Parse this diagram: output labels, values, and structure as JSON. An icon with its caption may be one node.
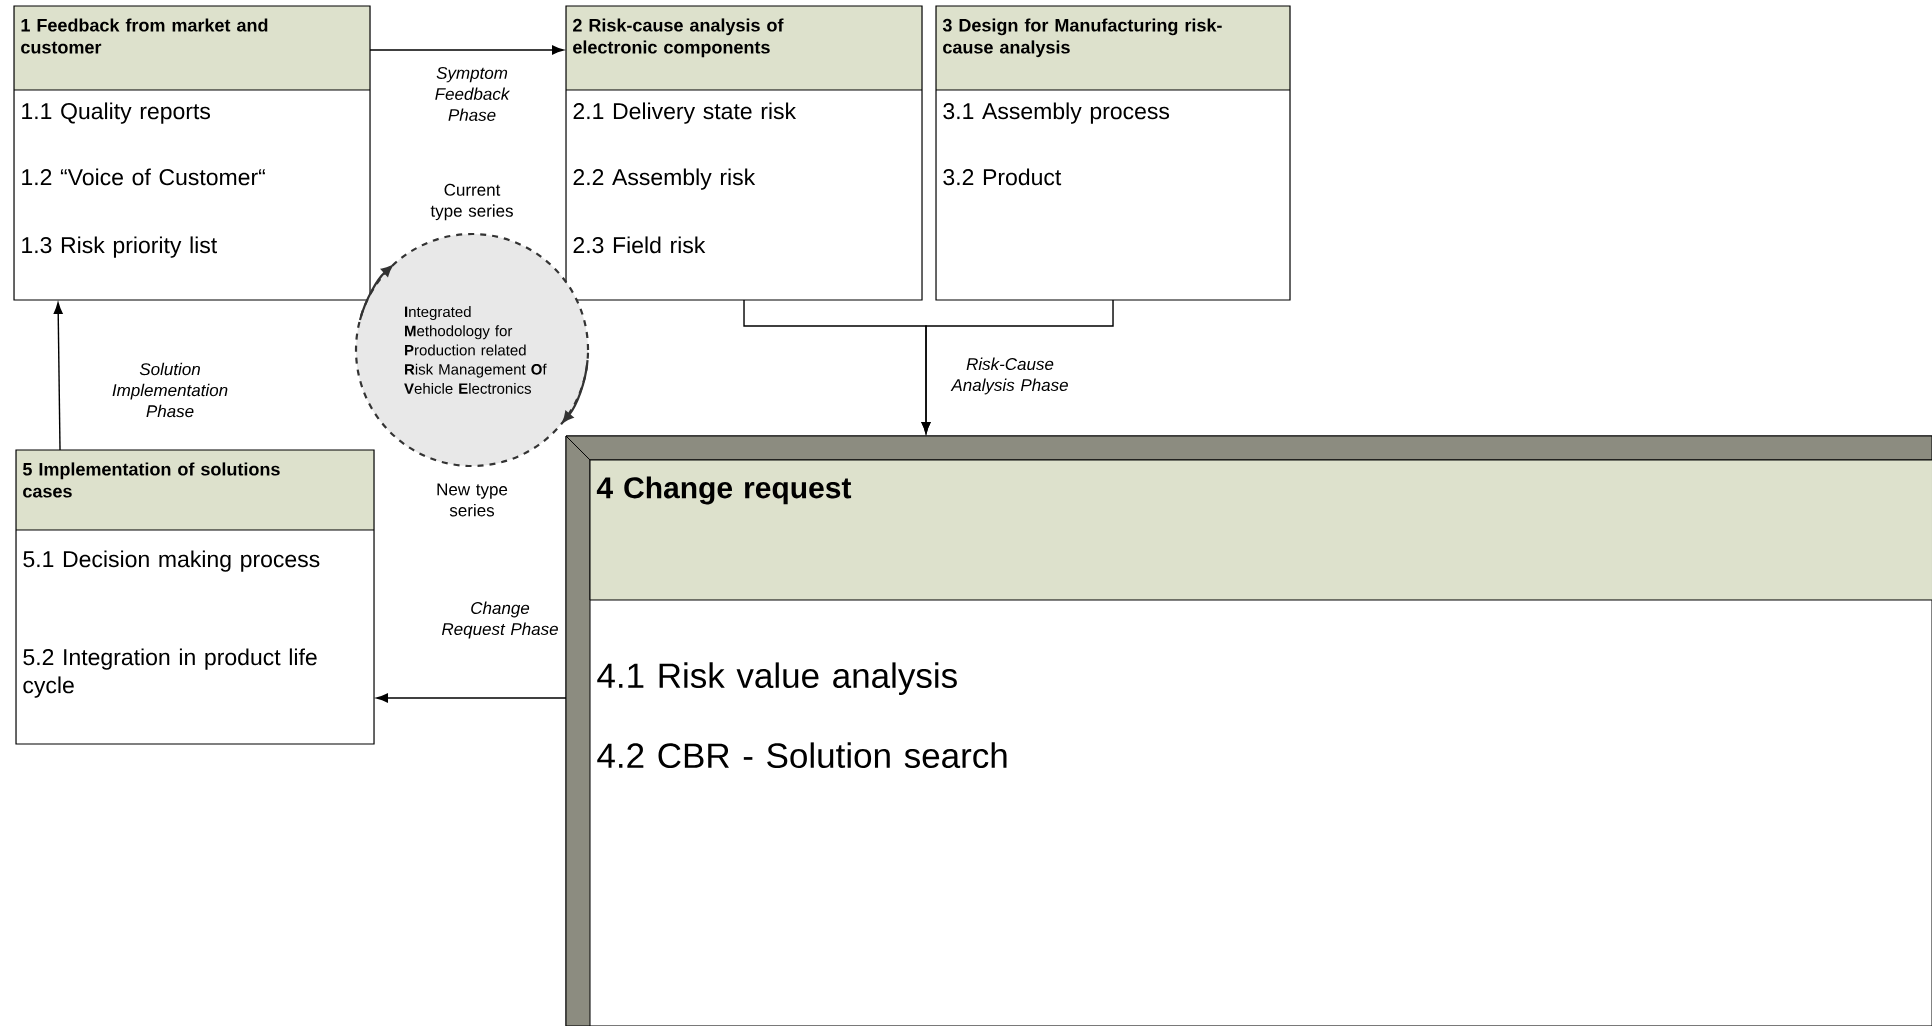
{
  "diagram": {
    "nodes": [
      {
        "text": [
          "1 Feedback from market and customer",
          "1.1 Quality reports",
          "1.2 “Voice of Customer“",
          "1.3 Risk priority list"
        ]
      },
      {
        "text": [
          "2 Risk-cause analysis of electronic components",
          "2.1 Delivery state risk",
          "2.2 Assembly risk",
          "2.3 Field risk"
        ]
      },
      {
        "text": [
          "3 Design for Manufacturing risk-cause analysis",
          "3.1 Assembly process",
          "3.2 Product"
        ]
      },
      {
        "text": [
          "**I**ntegrated **M**ethodology for **P**roduction related **R**isk Management **O**f **V**ehicle **E**lectronics"
        ],
        "beside": [
          "Current type series",
          "New type series"
        ]
      },
      {
        "text": [
          "5 Implementation of solutions cases",
          "5.1 Decision making process",
          "5.2 Integration in product life cycle"
        ]
      },
      {
        "text": [
          "4 Change request",
          "4.1 Risk value analysis",
          "4.2 CBR - Solution search"
        ]
      }
    ],
    "edges": [
      {
        "from": 0,
        "to": 1,
        "arrow": "to",
        "label": "Symptom Feedback Phase"
      },
      {
        "from": 1,
        "to": 5,
        "arrow": "to",
        "label": "Risk-Cause Analysis Phase"
      },
      {
        "from": 2,
        "to": 5,
        "arrow": "to"
      },
      {
        "from": 5,
        "to": 4,
        "arrow": "to",
        "label": "Change Request Phase"
      },
      {
        "from": 4,
        "to": 0,
        "arrow": "to",
        "label": "Solution Implementation Phase"
      }
    ]
  }
}
